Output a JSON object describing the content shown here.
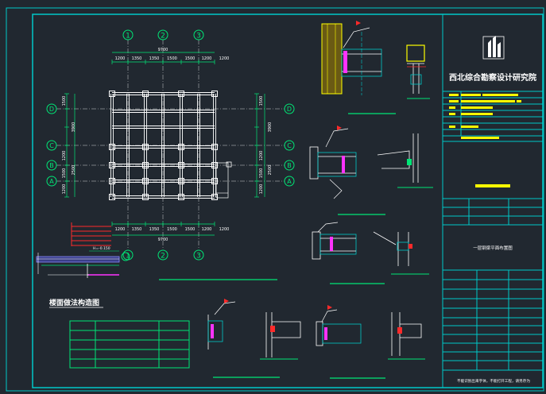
{
  "colors": {
    "background": "#212830",
    "frame": "#00c8c8",
    "grid": "#ffffff",
    "axis": "#00e676",
    "dimension": "#00e676",
    "accent": "#ff2a2a",
    "highlight": "#ffff00",
    "magenta": "#ff33ff",
    "title_text": "#ffffff"
  },
  "plan": {
    "axis_columns": [
      "1",
      "2",
      "3"
    ],
    "axis_rows": [
      "D",
      "C",
      "B",
      "A"
    ],
    "top_dims": [
      "1200",
      "1350",
      "1350",
      "1500",
      "1500",
      "1200",
      "1200"
    ],
    "top_total": "9700",
    "bottom_dims": [
      "1200",
      "1350",
      "1350",
      "1500",
      "1500",
      "1200",
      "1200"
    ],
    "bottom_total": "9700",
    "left_dims": [
      "1500",
      "1200",
      "1500",
      "1200"
    ],
    "left_total_top": "3900",
    "left_total_bottom": "2500",
    "right_dims": [
      "1500",
      "1200",
      "1500",
      "1200"
    ],
    "right_total_top": "3900",
    "right_total_bottom": "2500"
  },
  "section": {
    "elevation_label": "H=-0.150"
  },
  "floor_table_title": "楼面做法构造图",
  "title_block": {
    "institute": "西北综合勘察设计研究院",
    "drawing_name": "一层钢梁平面布置图",
    "footer_note": "不能识别出来字体，不能打开工程，请另存为"
  }
}
